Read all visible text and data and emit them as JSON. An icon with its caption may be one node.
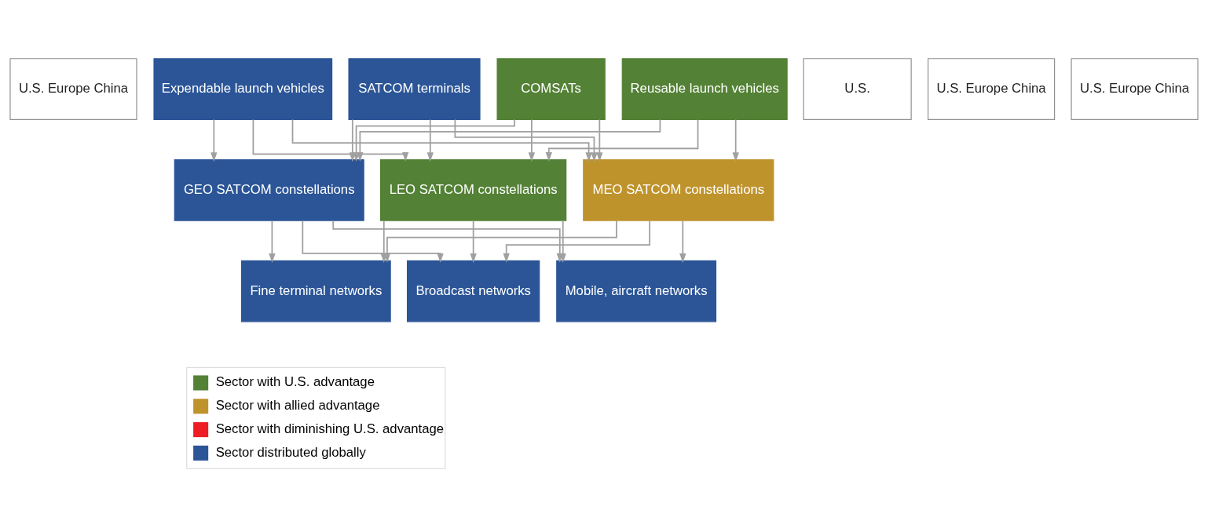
{
  "diagram": {
    "nodes": [
      {
        "text": [
          "U.S. Europe China"
        ]
      },
      {
        "text": [
          "COMSATs"
        ]
      },
      {
        "text": [
          "U.S."
        ]
      },
      {
        "text": [
          "Reusable launch vehicles"
        ]
      },
      {
        "text": [
          "U.S. Europe China"
        ]
      },
      {
        "text": [
          "Expendable launch vehicles"
        ]
      },
      {
        "text": [
          "U.S. Europe China"
        ]
      },
      {
        "text": [
          "SATCOM terminals"
        ]
      },
      {
        "text": [
          "GEO SATCOM constellations"
        ]
      },
      {
        "text": [
          "LEO SATCOM constellations"
        ]
      },
      {
        "text": [
          "MEO SATCOM constellations"
        ]
      },
      {
        "text": [
          "Fine terminal networks"
        ]
      },
      {
        "text": [
          "Broadcast networks"
        ]
      },
      {
        "text": [
          "Mobile, aircraft networks"
        ]
      }
    ],
    "edges": [
      {
        "from": 1,
        "to": 8,
        "arrow": "to"
      },
      {
        "from": 1,
        "to": 9,
        "arrow": "to"
      },
      {
        "from": 1,
        "to": 10,
        "arrow": "to"
      },
      {
        "from": 3,
        "to": 8,
        "arrow": "to"
      },
      {
        "from": 3,
        "to": 9,
        "arrow": "to"
      },
      {
        "from": 3,
        "to": 10,
        "arrow": "to"
      },
      {
        "from": 5,
        "to": 8,
        "arrow": "to"
      },
      {
        "from": 5,
        "to": 9,
        "arrow": "to"
      },
      {
        "from": 5,
        "to": 10,
        "arrow": "to"
      },
      {
        "from": 7,
        "to": 8,
        "arrow": "to"
      },
      {
        "from": 7,
        "to": 9,
        "arrow": "to"
      },
      {
        "from": 7,
        "to": 10,
        "arrow": "to"
      },
      {
        "from": 8,
        "to": 11,
        "arrow": "to"
      },
      {
        "from": 8,
        "to": 12,
        "arrow": "to"
      },
      {
        "from": 8,
        "to": 13,
        "arrow": "to"
      },
      {
        "from": 9,
        "to": 11,
        "arrow": "to"
      },
      {
        "from": 9,
        "to": 12,
        "arrow": "to"
      },
      {
        "from": 9,
        "to": 13,
        "arrow": "to"
      },
      {
        "from": 10,
        "to": 11,
        "arrow": "to"
      },
      {
        "from": 10,
        "to": 12,
        "arrow": "to"
      },
      {
        "from": 10,
        "to": 13,
        "arrow": "to"
      }
    ],
    "legend": [
      {
        "text": "Sector with U.S. advantage",
        "color": "#538135"
      },
      {
        "text": "Sector with allied advantage",
        "color": "#bf932c"
      },
      {
        "text": "Sector with diminishing U.S. advantage",
        "color": "#ee1c25"
      },
      {
        "text": "Sector distributed globally",
        "color": "#2b5597"
      }
    ]
  }
}
